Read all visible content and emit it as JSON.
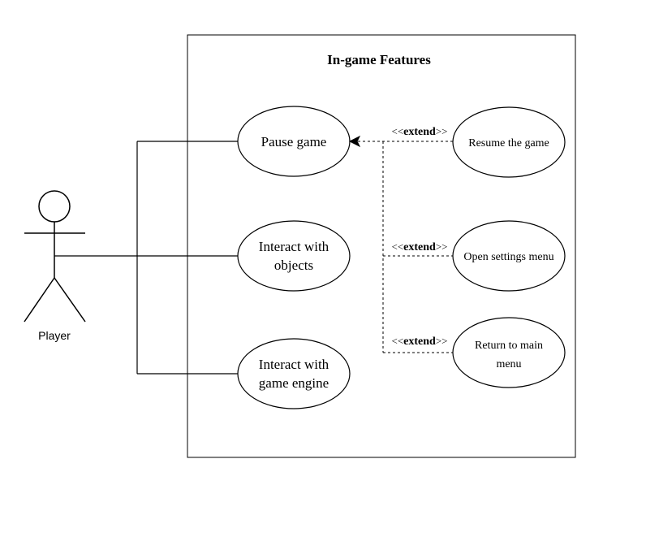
{
  "system": {
    "title": "In-game Features"
  },
  "actor": {
    "label": "Player"
  },
  "use_cases": {
    "pause": {
      "line1": "Pause game"
    },
    "interact_objects": {
      "line1": "Interact with",
      "line2": "objects"
    },
    "interact_engine": {
      "line1": "Interact with",
      "line2": "game engine"
    },
    "resume": {
      "line1": "Resume the game"
    },
    "settings": {
      "line1": "Open settings menu"
    },
    "main_menu": {
      "line1": "Return to main",
      "line2": "menu"
    }
  },
  "relations": {
    "extend_open": "<<",
    "extend_keyword": "extend",
    "extend_close": ">>"
  },
  "colors": {
    "stroke": "#000000",
    "background": "#ffffff"
  }
}
